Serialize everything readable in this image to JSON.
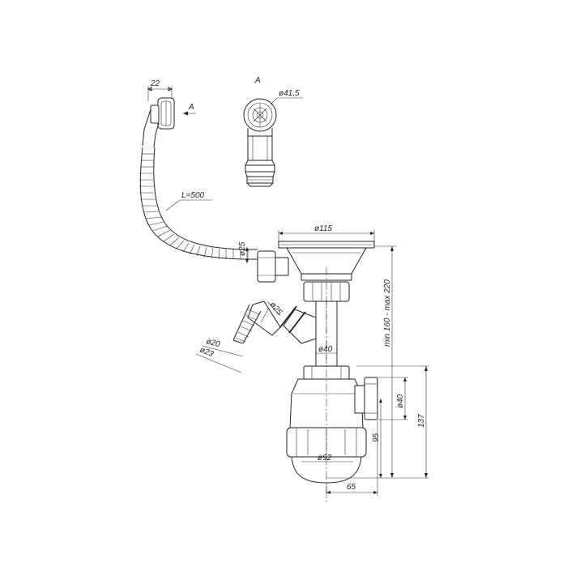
{
  "drawing": {
    "labels": {
      "dim_22": "22",
      "view_a_arrow": "A",
      "view_a_title": "A",
      "dim_41_5": "ø41,5",
      "hose_length": "L=500",
      "dim_115": "ø115",
      "dim_25_top": "ø25",
      "dim_range": "min 160 - max 220",
      "dim_25_side": "ø25",
      "dim_20": "ø20",
      "dim_23": "ø23",
      "dim_40_pipe": "ø40",
      "dim_40_outlet": "ø40",
      "dim_137": "137",
      "dim_95": "95",
      "dim_92": "ø92",
      "dim_65": "65"
    }
  }
}
